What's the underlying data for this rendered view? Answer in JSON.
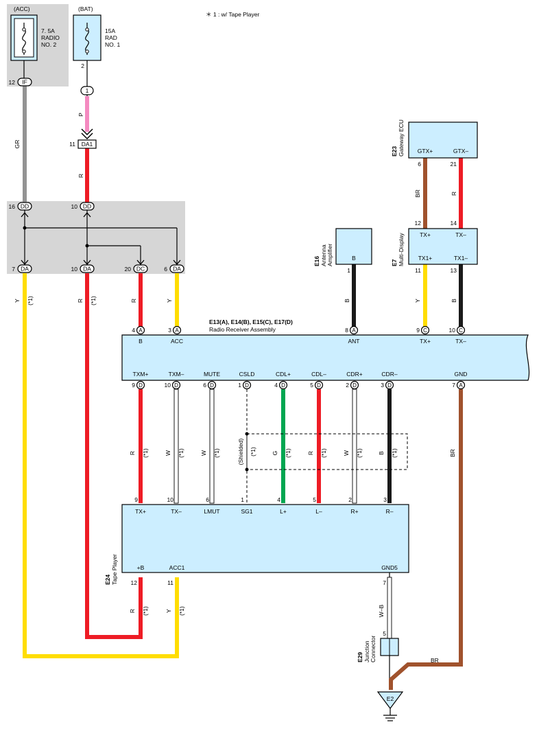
{
  "note": "＊ 1 : w/ Tape Player",
  "colors": {
    "Y": "#ffdd00",
    "R": "#ee1c25",
    "GR": "#939393",
    "P": "#f48ac0",
    "G": "#00a651",
    "BR": "#a0522d",
    "B": "#1a1a1a",
    "W": "#ffffff",
    "box": "#cceeff",
    "junction": "#d6d6d6"
  },
  "fuses": [
    {
      "header": "(ACC)",
      "name1": "7. 5A",
      "name2": "RADIO",
      "name3": "NO. 2"
    },
    {
      "header": "(BAT)",
      "name1": "15A",
      "name2": "RAD",
      "name3": "NO. 1",
      "pin": "2"
    }
  ],
  "connectors": {
    "if": {
      "pin": "12",
      "label": "IF"
    },
    "bat1": {
      "label": "1"
    },
    "da1": {
      "pin": "11",
      "label": "DA1"
    },
    "dd_left": {
      "pin": "16",
      "label": "DD"
    },
    "dd_right": {
      "pin": "10",
      "label": "DD"
    },
    "da7": {
      "pin": "7",
      "label": "DA"
    },
    "da10": {
      "pin": "10",
      "label": "DA"
    },
    "dc20": {
      "pin": "20",
      "label": "DC"
    },
    "da6": {
      "pin": "6",
      "label": "DA"
    }
  },
  "wires": {
    "gr": "GR",
    "p": "P",
    "r_top": "R",
    "y_left": "Y",
    "r_left": "R",
    "r_b": "R",
    "y_acc": "Y",
    "star1": "(*1)"
  },
  "gateway": {
    "id": "E23",
    "name": "Gateway ECU",
    "pins": [
      {
        "name": "GTX+",
        "num": "6",
        "wire": "BR"
      },
      {
        "name": "GTX–",
        "num": "21",
        "wire": "R"
      }
    ]
  },
  "multi_display": {
    "id": "E7",
    "name": "Multi-Display",
    "top_pins": [
      {
        "name": "TX+",
        "num": "12"
      },
      {
        "name": "TX–",
        "num": "14"
      }
    ],
    "bottom_pins": [
      {
        "name": "TX1+",
        "num": "11",
        "wire": "Y"
      },
      {
        "name": "TX1–",
        "num": "13",
        "wire": "B"
      }
    ]
  },
  "antenna": {
    "id": "E16",
    "name1": "Antenna",
    "name2": "Amplifier",
    "pin": "B",
    "num": "1",
    "wire": "B"
  },
  "receiver": {
    "title": "E13(A), E14(B), E15(C), E17(D)",
    "subtitle": "Radio Receiver Assembly",
    "top_pins": [
      {
        "name": "B",
        "num": "4",
        "conn": "A"
      },
      {
        "name": "ACC",
        "num": "3",
        "conn": "A"
      },
      {
        "name": "ANT",
        "num": "8",
        "conn": "A"
      },
      {
        "name": "TX+",
        "num": "9",
        "conn": "C"
      },
      {
        "name": "TX–",
        "num": "10",
        "conn": "C"
      }
    ],
    "bottom_pins": [
      {
        "name": "TXM+",
        "num": "9",
        "conn": "D",
        "wire": "R"
      },
      {
        "name": "TXM–",
        "num": "10",
        "conn": "D",
        "wire": "W"
      },
      {
        "name": "MUTE",
        "num": "6",
        "conn": "D",
        "wire": "W"
      },
      {
        "name": "CSLD",
        "num": "1",
        "conn": "D",
        "wire": ""
      },
      {
        "name": "CDL+",
        "num": "4",
        "conn": "D",
        "wire": "G"
      },
      {
        "name": "CDL–",
        "num": "5",
        "conn": "D",
        "wire": "R"
      },
      {
        "name": "CDR+",
        "num": "2",
        "conn": "D",
        "wire": "W"
      },
      {
        "name": "CDR–",
        "num": "3",
        "conn": "D",
        "wire": "B"
      },
      {
        "name": "GND",
        "num": "7",
        "conn": "A",
        "wire": "BR"
      }
    ]
  },
  "shielded_label": "(Shielded)",
  "tape": {
    "id": "E24",
    "name": "Tape Player",
    "top_pins": [
      {
        "name": "TX+",
        "num": "9"
      },
      {
        "name": "TX–",
        "num": "10"
      },
      {
        "name": "LMUT",
        "num": "6"
      },
      {
        "name": "SG1",
        "num": "1"
      },
      {
        "name": "L+",
        "num": "4"
      },
      {
        "name": "L–",
        "num": "5"
      },
      {
        "name": "R+",
        "num": "2"
      },
      {
        "name": "R–",
        "num": "3"
      }
    ],
    "bottom_pins": [
      {
        "name": "+B",
        "num": "12",
        "wire": "R"
      },
      {
        "name": "ACC1",
        "num": "11",
        "wire": "Y"
      },
      {
        "name": "GND5",
        "num": "7",
        "wire": "W–B"
      }
    ]
  },
  "junction": {
    "id": "E29",
    "name1": "Junction",
    "name2": "Connector",
    "num": "5"
  },
  "ground": {
    "label": "E2",
    "wire": "BR"
  }
}
